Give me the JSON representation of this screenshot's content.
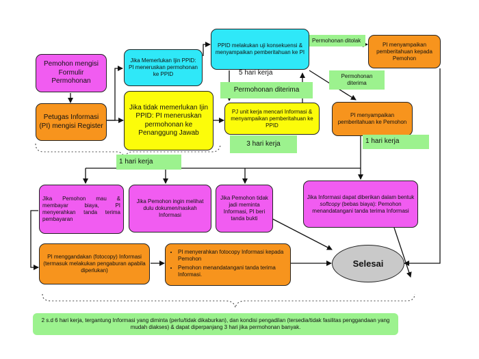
{
  "nodes": {
    "pemohon": "Pemohon mengisi Formulir Permohonan",
    "petugas": "Petugas Informasi (PI) mengisi Register",
    "jika_memerlukan": "Jika Memerlukan Ijin PPID: PI meneruskan permohonan ke PPID",
    "jika_tidak": "Jika tidak memerlukan Ijin PPID: PI meneruskan permohonan ke Penanggung Jawab",
    "ppid_uji": "PPID melakukan uji konsekuensi & menyampaikan pemberitahuan ke PI",
    "pi_pemberitahuan": "PI menyampaikan pemberitahuan kepada Pemohon",
    "pj_unit": "PJ unit kerja mencari Informasi & menyampaikan pemberitahuan ke PPID",
    "pi_pemohon": "PI menyampaikan pemberitahuan ke Pemohon",
    "box_membayar": "Jika Pemohon mau & membayar biaya, PI menyerahkan tanda terima pembayaran",
    "box_melihat": "Jika Pemohon ingin melihat dulu dokumen/naskah Informasi",
    "box_tidak_meminta": "Jika Pemohon tidak jadi meminta Informasi, PI beri tanda bukti",
    "box_softcopy_pre": "Jika Informasi dapat diberikan dalam bentuk ",
    "box_softcopy_italic": "softcopy",
    "box_softcopy_post": " (bebas biaya): Pemohon menandatangani tanda terima Informasi",
    "pi_menggandakan": "PI menggandakan (fotocopy) Informasi (termasuk melakukan pengaburan apabila diperlukan)",
    "bullet1": "PI menyerahkan fotocopy Informasi kepada Pemohon",
    "bullet2": "Pemohon menandatangani tanda terima Informasi.",
    "selesai": "Selesai"
  },
  "labels": {
    "permohonan_ditolak": "Permohonan ditolak",
    "permohonan_diterima_right": "Permohonan diterima",
    "lima_hari": "5 hari kerja",
    "permohonan_diterima": "Permohonan diterima",
    "tiga_hari": "3 hari kerja",
    "satu_hari_right": "1 hari kerja",
    "satu_hari_left": "1 hari kerja"
  },
  "footer": "2 s.d 6  hari kerja, tergantung Informasi yang diminta (perlu/tidak dikaburkan), dan kondisi pengadilan (tersedia/tidak fasilitas penggandaan yang mudah diakses) & dapat diperpanjang 3 hari jika permohonan banyak.",
  "colors": {
    "magenta": "#f15cf1",
    "orange": "#f7941d",
    "cyan": "#2fe8f8",
    "yellow": "#fcfc0a",
    "green": "#9cf28e",
    "gray": "#c9c9c9"
  }
}
